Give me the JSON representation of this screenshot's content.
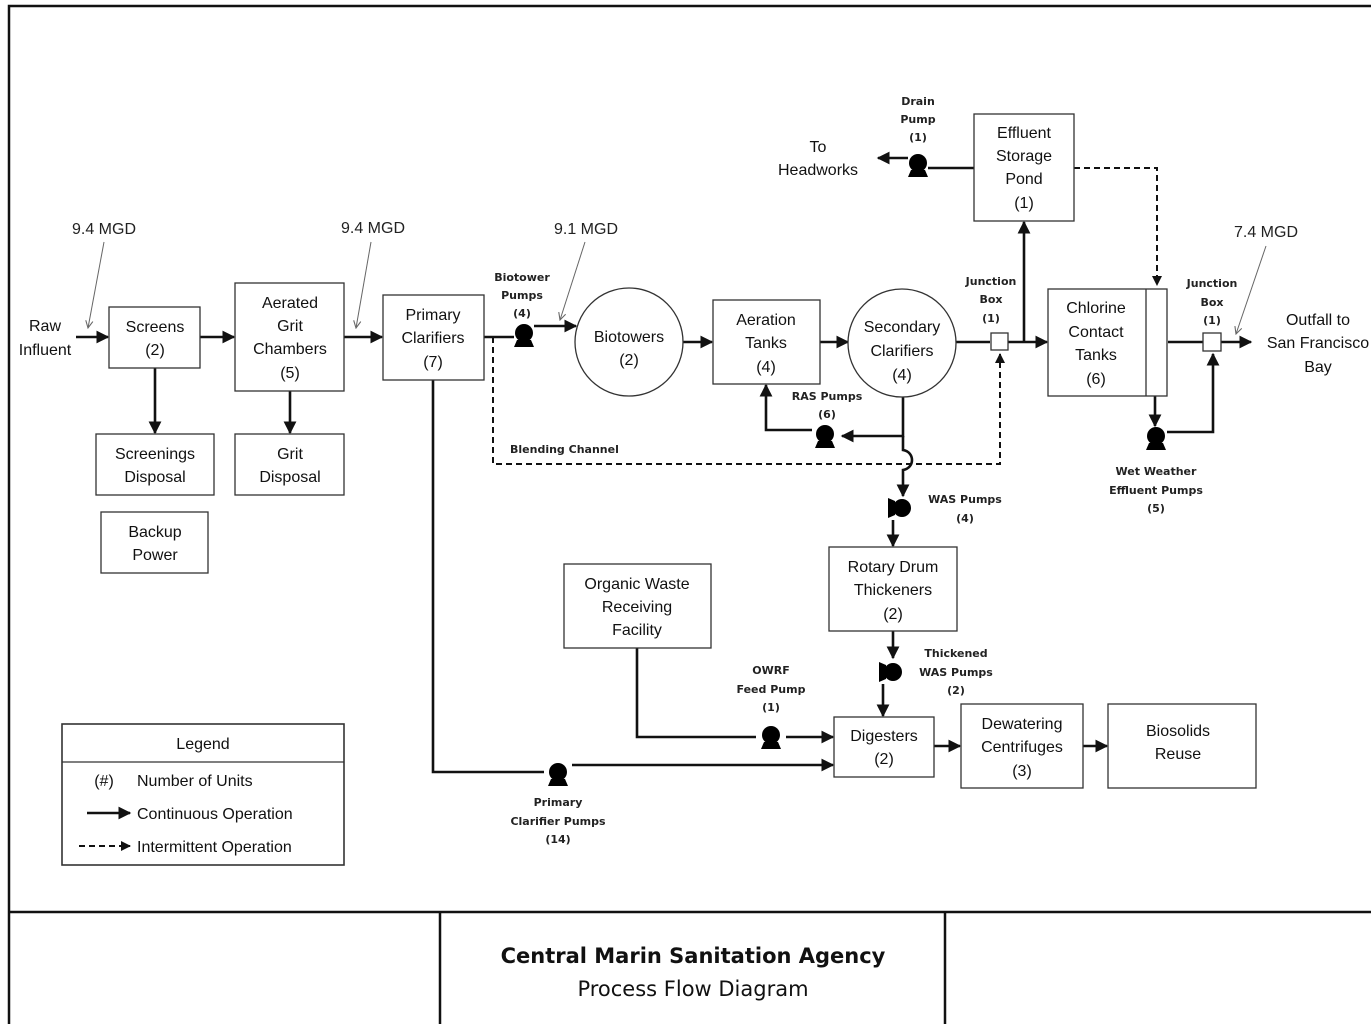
{
  "flows": {
    "raw_influent": "9.4 MGD",
    "after_grit": "9.4 MGD",
    "biotower_in": "9.1 MGD",
    "outfall": "7.4 MGD"
  },
  "endpoints": {
    "raw_influent": [
      "Raw",
      "Influent"
    ],
    "to_headworks": [
      "To",
      "Headworks"
    ],
    "outfall": [
      "Outfall to",
      "San Francisco",
      "Bay"
    ]
  },
  "units": {
    "screens": [
      "Screens",
      "(2)"
    ],
    "screenings_disposal": [
      "Screenings",
      "Disposal"
    ],
    "backup_power": [
      "Backup",
      "Power"
    ],
    "aerated_grit": [
      "Aerated",
      "Grit",
      "Chambers",
      "(5)"
    ],
    "grit_disposal": [
      "Grit",
      "Disposal"
    ],
    "primary_clarifiers": [
      "Primary",
      "Clarifiers",
      "(7)"
    ],
    "biotowers": [
      "Biotowers",
      "(2)"
    ],
    "aeration_tanks": [
      "Aeration",
      "Tanks",
      "(4)"
    ],
    "secondary_clarifiers": [
      "Secondary",
      "Clarifiers",
      "(4)"
    ],
    "effluent_storage": [
      "Effluent",
      "Storage",
      "Pond",
      "(1)"
    ],
    "chlorine_contact": [
      "Chlorine",
      "Contact",
      "Tanks",
      "(6)"
    ],
    "rotary_drum": [
      "Rotary Drum",
      "Thickeners",
      "(2)"
    ],
    "organic_waste": [
      "Organic Waste",
      "Receiving",
      "Facility"
    ],
    "digesters": [
      "Digesters",
      "(2)"
    ],
    "dewatering": [
      "Dewatering",
      "Centrifuges",
      "(3)"
    ],
    "biosolids": [
      "Biosolids",
      "Reuse"
    ]
  },
  "small_labels": {
    "biotower_pumps": [
      "Biotower",
      "Pumps",
      "(4)"
    ],
    "drain_pump": [
      "Drain",
      "Pump",
      "(1)"
    ],
    "junction_box_1": [
      "Junction",
      "Box",
      "(1)"
    ],
    "junction_box_2": [
      "Junction",
      "Box",
      "(1)"
    ],
    "ras_pumps": [
      "RAS Pumps",
      "(6)"
    ],
    "blending_channel": "Blending Channel",
    "wet_weather": [
      "Wet Weather",
      "Effluent Pumps",
      "(5)"
    ],
    "was_pumps": [
      "WAS Pumps",
      "(4)"
    ],
    "thickened_was": [
      "Thickened",
      "WAS Pumps",
      "(2)"
    ],
    "owrf_pump": [
      "OWRF",
      "Feed Pump",
      "(1)"
    ],
    "primary_clarifier_pumps": [
      "Primary",
      "Clarifier Pumps",
      "(14)"
    ]
  },
  "legend": {
    "title": "Legend",
    "symbol": "(#)",
    "units_label": "Number of Units",
    "continuous": "Continuous Operation",
    "intermittent": "Intermittent Operation"
  },
  "footer": {
    "title": "Central Marin Sanitation Agency",
    "subtitle": "Process Flow Diagram"
  }
}
